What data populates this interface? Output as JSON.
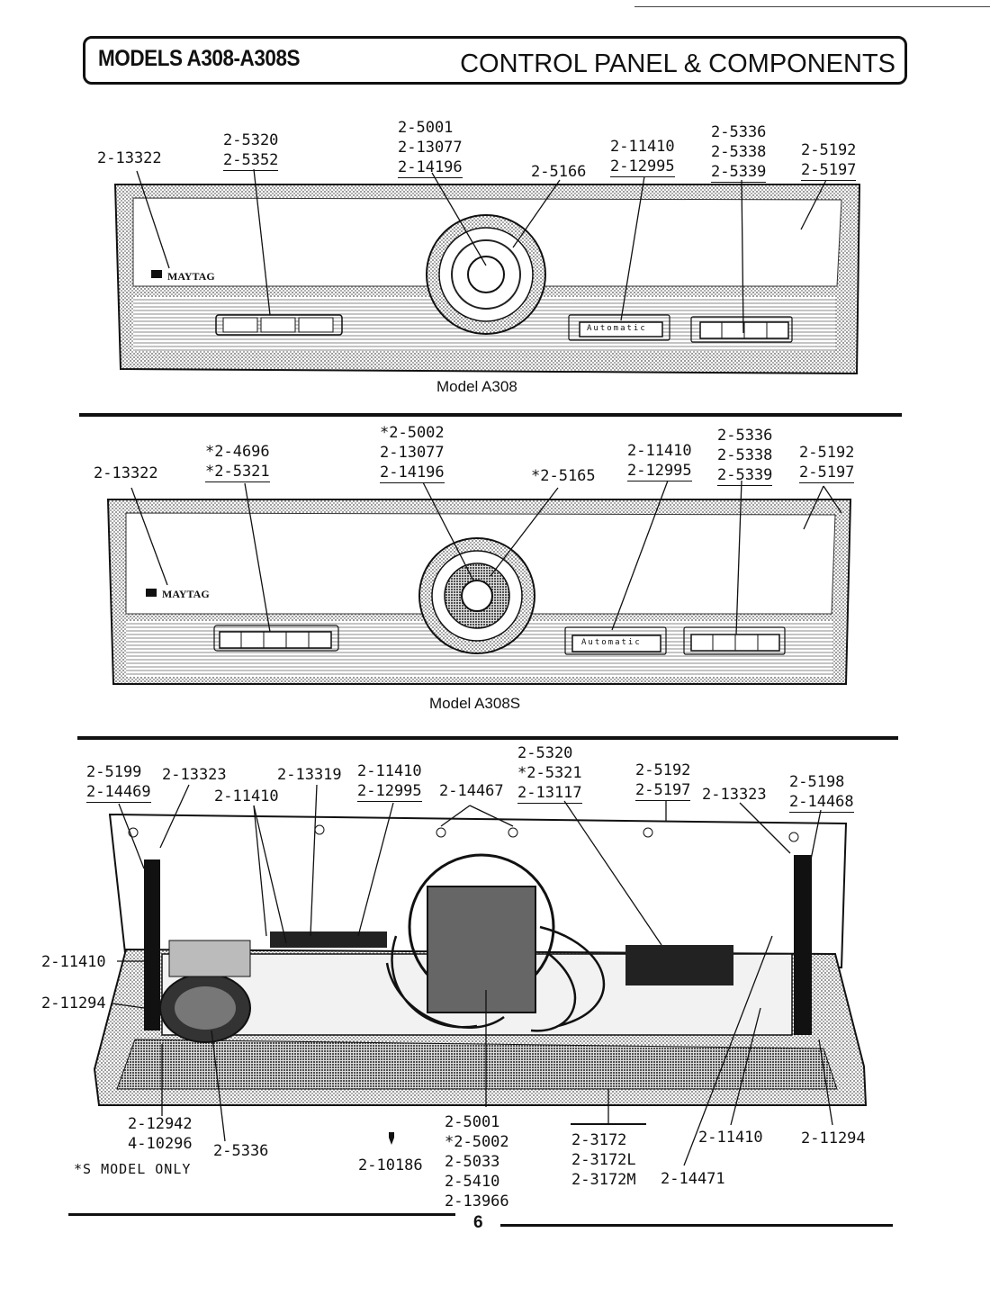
{
  "header": {
    "models": "MODELS A308-A308S",
    "title": "CONTROL PANEL & COMPONENTS"
  },
  "panel1": {
    "caption": "Model A308",
    "brand": "MAYTAG",
    "button_label": "Automatic",
    "callouts": [
      {
        "lines": "2-13322"
      },
      {
        "lines": "2-5320\n2-5352"
      },
      {
        "lines": "2-5001\n2-13077\n2-14196"
      },
      {
        "lines": "2-5166"
      },
      {
        "lines": "2-11410\n2-12995"
      },
      {
        "lines": "2-5336\n2-5338\n2-5339"
      },
      {
        "lines": "2-5192\n2-5197"
      }
    ]
  },
  "panel2": {
    "caption": "Model A308S",
    "brand": "MAYTAG",
    "button_label": "Automatic",
    "callouts": [
      {
        "lines": "2-13322"
      },
      {
        "lines": "*2-4696\n*2-5321"
      },
      {
        "lines": "*2-5002\n2-13077\n2-14196"
      },
      {
        "lines": "*2-5165"
      },
      {
        "lines": "2-11410\n2-12995"
      },
      {
        "lines": "2-5336\n2-5338\n2-5339"
      },
      {
        "lines": "2-5192\n2-5197"
      }
    ]
  },
  "panel3": {
    "top_callouts": [
      {
        "lines": "2-5199\n2-14469"
      },
      {
        "lines": "2-13323"
      },
      {
        "lines": "2-11410"
      },
      {
        "lines": "2-13319"
      },
      {
        "lines": "2-11410\n2-12995"
      },
      {
        "lines": "2-14467"
      },
      {
        "lines": "2-5320\n*2-5321\n2-13117"
      },
      {
        "lines": "2-5192\n2-5197"
      },
      {
        "lines": "2-13323"
      },
      {
        "lines": "2-5198\n2-14468"
      }
    ],
    "side_callouts": [
      {
        "lines": "2-11410"
      },
      {
        "lines": "2-11294"
      }
    ],
    "bottom_callouts": [
      {
        "lines": "2-12942\n4-10296"
      },
      {
        "lines": "2-5336"
      },
      {
        "lines": "2-10186"
      },
      {
        "lines": "2-5001\n*2-5002\n2-5033\n2-5410\n2-13966"
      },
      {
        "lines": "2-3172\n2-3172L\n2-3172M"
      },
      {
        "lines": "2-14471"
      },
      {
        "lines": "2-11410"
      },
      {
        "lines": "2-11294"
      }
    ]
  },
  "footnote": "*S MODEL ONLY",
  "page_number": "6"
}
